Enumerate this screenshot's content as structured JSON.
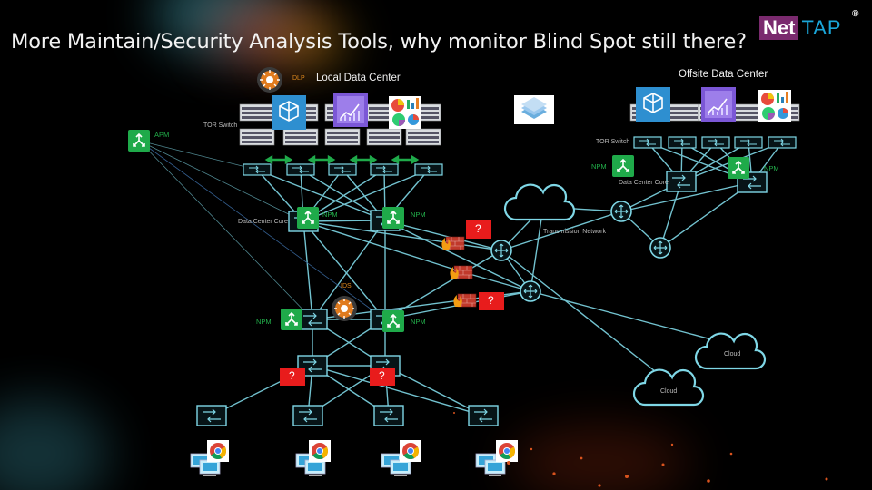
{
  "title": "More Maintain/Security Analysis Tools, why monitor Blind Spot still there?",
  "logo": {
    "net": "Net",
    "tap": "TAP",
    "registered": "®"
  },
  "labels": {
    "local_dc": "Local  Data  Center",
    "offsite_dc": "Offsite Data  Center",
    "dlp": "DLP",
    "apm": "APM",
    "ids": "IDS",
    "npm": "NPM",
    "tor_switch": "TOR Switch",
    "dc_core": "Data Center Core",
    "transmission": "Transmission Network",
    "cloud": "Cloud",
    "question": "?"
  },
  "colors": {
    "line": "#7fd7e6",
    "green": "#1faa4a",
    "alert": "#e81c1c",
    "accent_orange": "#e08a1e"
  },
  "icons": [
    "npm-probe-icon",
    "dlp-icon",
    "ids-icon",
    "firewall-icon",
    "router-icon",
    "switch-icon",
    "cloud-icon",
    "pc-icon",
    "chrome-icon",
    "analytics-tool-icon",
    "server-rack-icon"
  ]
}
